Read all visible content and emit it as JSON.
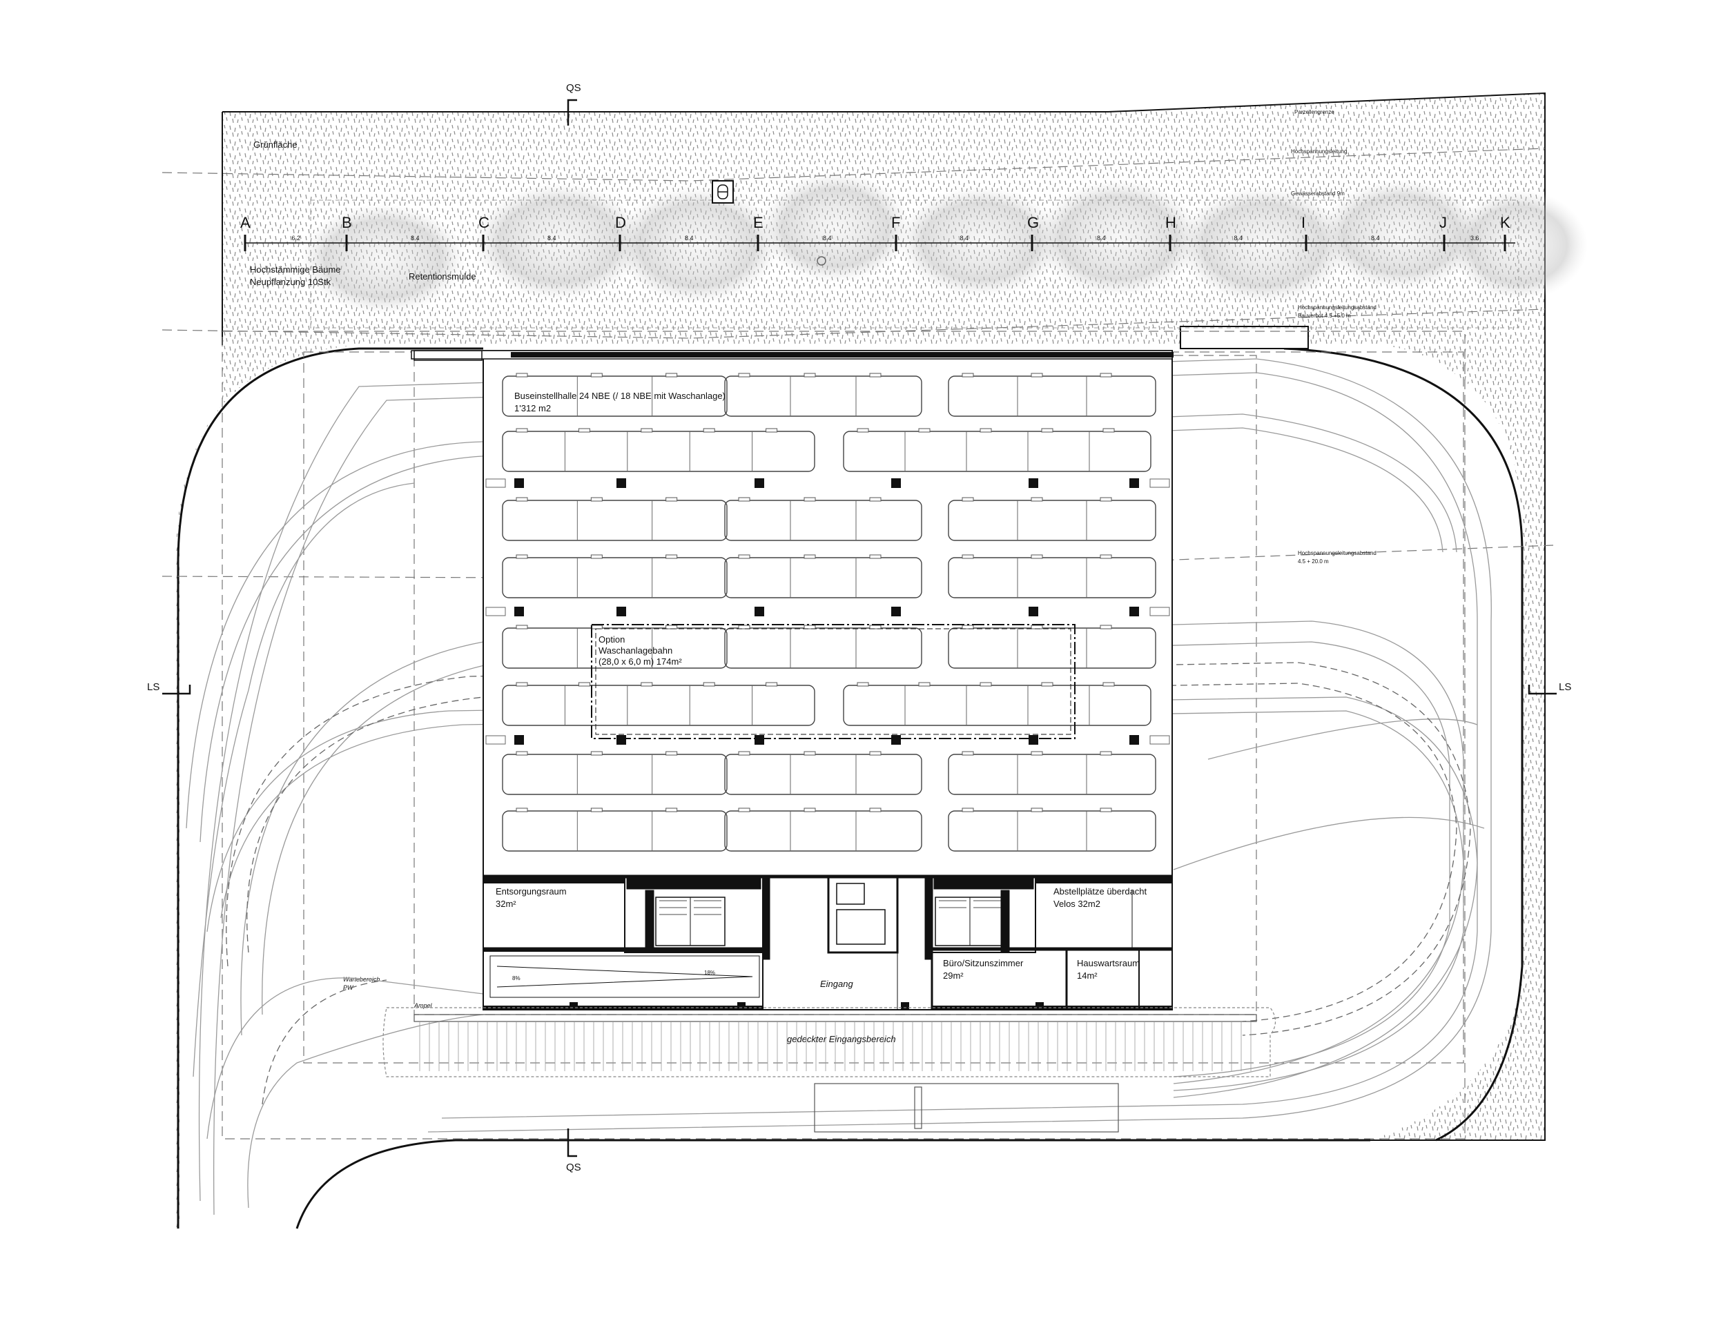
{
  "section_marks": {
    "qs": "QS",
    "ls": "LS"
  },
  "grid_axes": [
    {
      "letter": "A"
    },
    {
      "letter": "B"
    },
    {
      "letter": "C"
    },
    {
      "letter": "D"
    },
    {
      "letter": "E"
    },
    {
      "letter": "F"
    },
    {
      "letter": "G"
    },
    {
      "letter": "H"
    },
    {
      "letter": "I"
    },
    {
      "letter": "J"
    },
    {
      "letter": "K"
    }
  ],
  "grid_spans": [
    "6.2",
    "8.4",
    "8.4",
    "8.4",
    "8.4",
    "8.4",
    "8.4",
    "8.4",
    "8.4",
    "3.6"
  ],
  "site": {
    "gruenflaeche": "Grünfläche",
    "trees_line1": "Hochstämmige Bäume",
    "trees_line2": "Neupflanzung 10Stk",
    "retention": "Retentionsmulde",
    "parzellengrenze": "Parzellengrenze",
    "hochspannung_leitung": "Hochspannungsleitung",
    "gewaesserabstand": "Gewässerabstand 9m",
    "hochspannung_abstand_1": "Hochspannungsleitungsabstand",
    "hochspannung_abstand_2": "Bauverbot 4.5 +5.0 m",
    "hochspannung_abstand_3": "Hochspannungsleitungsabstand",
    "hochspannung_abstand_4": "4.5 + 20.0 m",
    "wartebereich_1": "Wartebereich",
    "wartebereich_2": "PW",
    "ampel": "Ampel",
    "gedeckter_eingang": "gedeckter Eingangsbereich"
  },
  "rooms": {
    "hall_line1": "Buseinstellhalle 24 NBE (/ 18 NBE mit Waschanlage)",
    "hall_line2": "1'312 m2",
    "option_line1": "Option",
    "option_line2": "Waschanlagebahn",
    "option_line3": "(28,0 x 6,0 m) 174m²",
    "entsorgung_line1": "Entsorgungsraum",
    "entsorgung_line2": "32m²",
    "abstell_line1": "Abstellplätze überdacht",
    "abstell_line2": "Velos 32m2",
    "buero_line1": "Büro/Sitzunszimmer",
    "buero_line2": "29m²",
    "hauswart_line1": "Hauswartsraum",
    "hauswart_line2": "14m²",
    "eingang": "Eingang",
    "ramp_pct_1": "8%",
    "ramp_pct_2": "18%"
  },
  "colors": {
    "line": "#111111",
    "hatch": "#8a8a8a",
    "tree": "#b9b9b9"
  }
}
